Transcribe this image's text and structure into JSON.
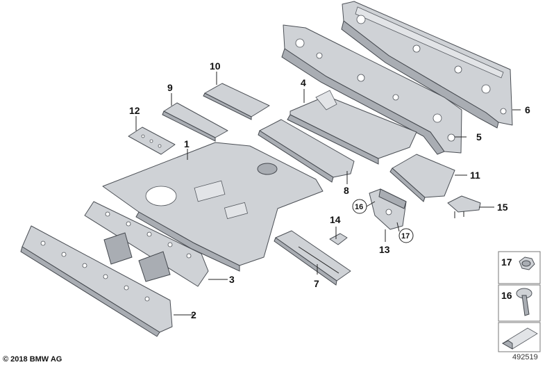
{
  "callouts": {
    "c1": "1",
    "c2": "2",
    "c3": "3",
    "c4": "4",
    "c5": "5",
    "c6": "6",
    "c7": "7",
    "c8": "8",
    "c9": "9",
    "c10": "10",
    "c11": "11",
    "c12": "12",
    "c13": "13",
    "c14": "14",
    "c15": "15",
    "c16a": "16",
    "c16b": "16",
    "c17a": "17",
    "c17b": "17"
  },
  "legend": {
    "nut_label": "17",
    "bolt_label": "16"
  },
  "footer": {
    "copyright": "© 2018 BMW AG",
    "diagram_id": "492519"
  },
  "colors": {
    "part_fill": "#cfd2d6",
    "part_stroke": "#4b4f55",
    "legend_border": "#777777"
  }
}
